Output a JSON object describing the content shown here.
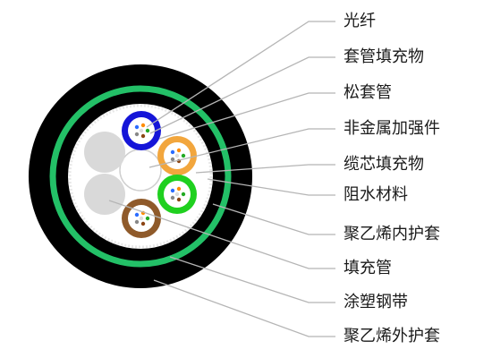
{
  "labels": {
    "optical_fiber": "光纤",
    "tube_filler": "套管填充物",
    "loose_tube": "松套管",
    "nonmetal_strength_member": "非金属加强件",
    "cable_core_filler": "缆芯填充物",
    "water_blocking_material": "阻水材料",
    "pe_inner_sheath": "聚乙烯内护套",
    "filler_rod": "填充管",
    "coated_steel_tape": "涂塑钢带",
    "pe_outer_sheath": "聚乙烯外护套"
  },
  "colors": {
    "outer_sheath": "#000000",
    "steel_tape": "#23c067",
    "inner_sheath": "#000000",
    "core_background": "#ffffff",
    "filler_rod": "#d9d9d9",
    "tube_blue": "#1515d8",
    "tube_orange": "#f2a63d",
    "tube_green": "#1fd01f",
    "tube_brown": "#8f5a2a",
    "leader_line": "#b5b5b5"
  }
}
